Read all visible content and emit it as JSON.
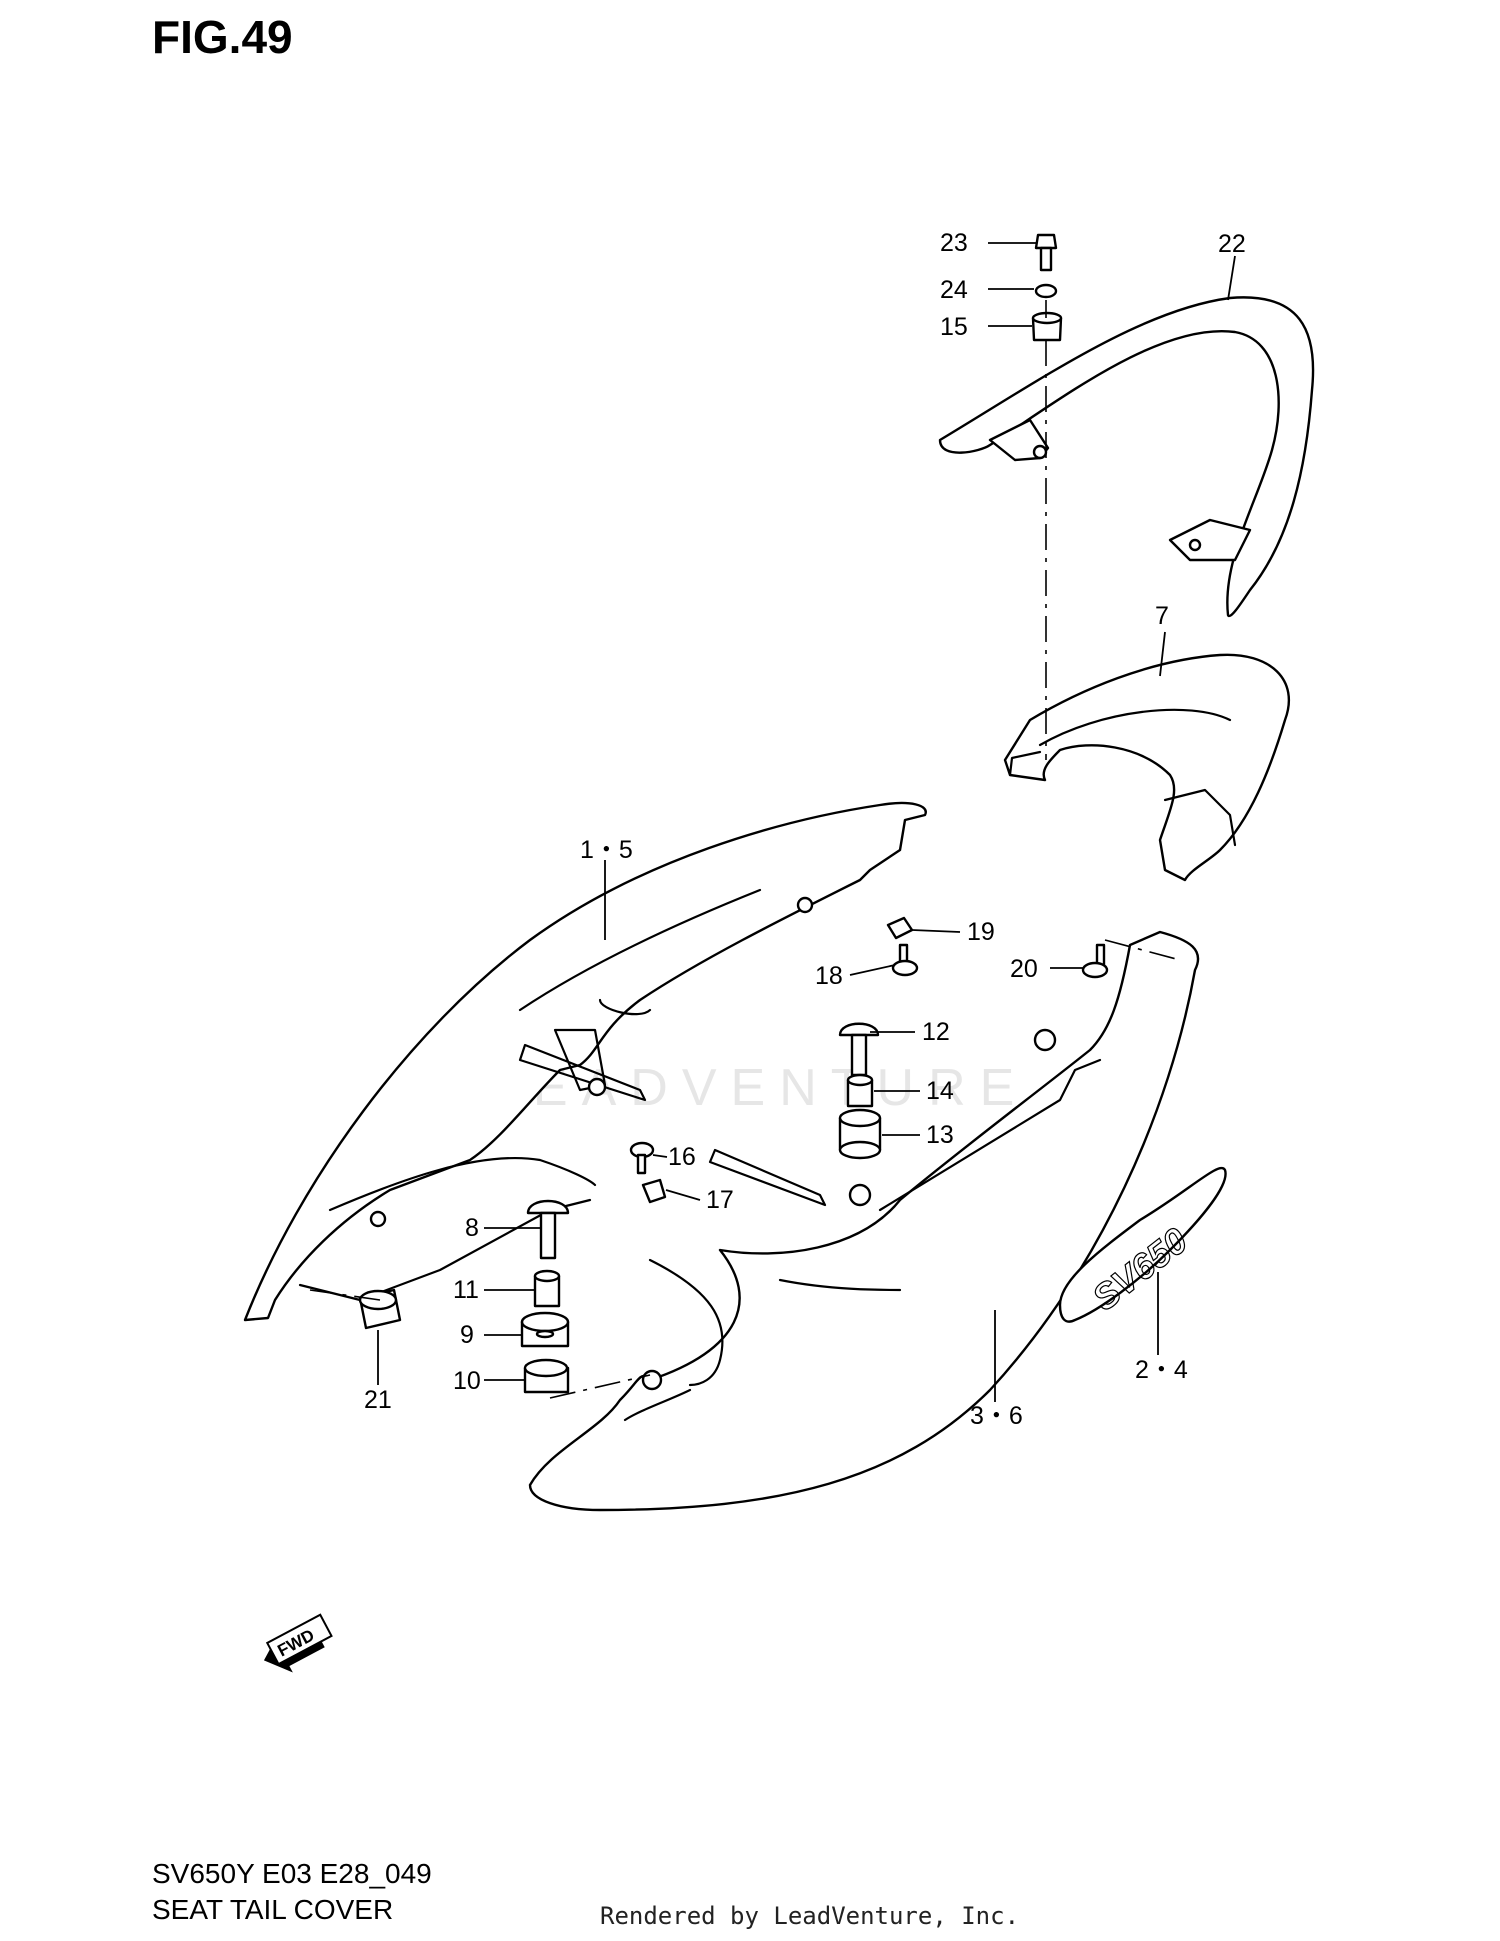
{
  "figure": {
    "title": "FIG.49",
    "model_code": "SV650Y E03 E28_049",
    "section_name": "SEAT TAIL COVER",
    "credit": "Rendered by LeadVenture, Inc.",
    "watermark": "LEADVENTURE"
  },
  "fwd_marker": "FWD",
  "callouts": [
    {
      "id": "c-1-5",
      "label": "1・5"
    },
    {
      "id": "c-2-4",
      "label": "2・4"
    },
    {
      "id": "c-3-6",
      "label": "3・6"
    },
    {
      "id": "c-7",
      "label": "7"
    },
    {
      "id": "c-8",
      "label": "8"
    },
    {
      "id": "c-9",
      "label": "9"
    },
    {
      "id": "c-10",
      "label": "10"
    },
    {
      "id": "c-11",
      "label": "11"
    },
    {
      "id": "c-12",
      "label": "12"
    },
    {
      "id": "c-13",
      "label": "13"
    },
    {
      "id": "c-14",
      "label": "14"
    },
    {
      "id": "c-15",
      "label": "15"
    },
    {
      "id": "c-16",
      "label": "16"
    },
    {
      "id": "c-17",
      "label": "17"
    },
    {
      "id": "c-18",
      "label": "18"
    },
    {
      "id": "c-19",
      "label": "19"
    },
    {
      "id": "c-20",
      "label": "20"
    },
    {
      "id": "c-21",
      "label": "21"
    },
    {
      "id": "c-22",
      "label": "22"
    },
    {
      "id": "c-23",
      "label": "23"
    },
    {
      "id": "c-24",
      "label": "24"
    }
  ],
  "badge_lettering": "SV650"
}
